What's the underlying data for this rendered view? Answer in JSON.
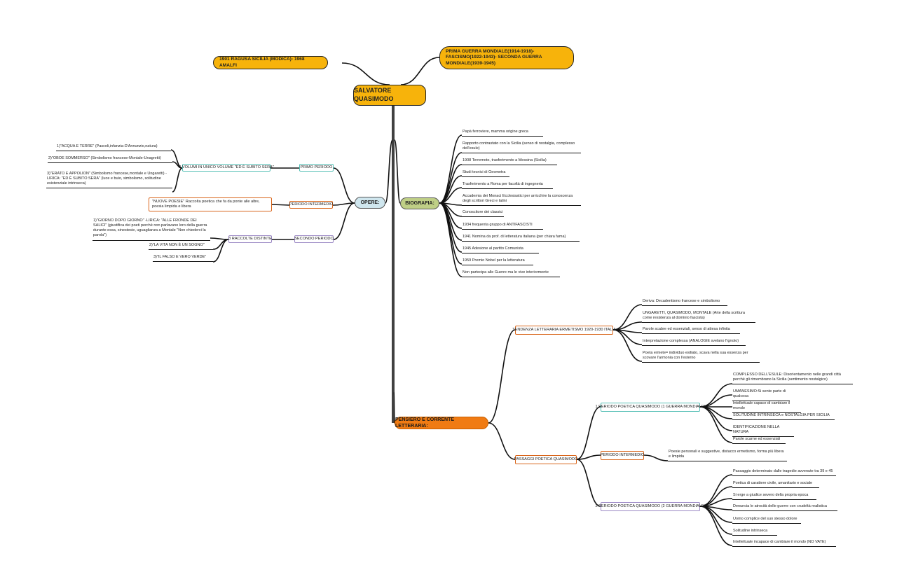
{
  "center": "SALVATORE QUASIMODO",
  "top": {
    "dates": "1901 RAGUSA SICILIA (MODICA)- 1968 AMALFI",
    "wars": "PRIMA GUERRA MONDIALE(1914-1918)- FASCISMO(1922-1943)- SECONDA GUERRA MONDIALE(1939-1945)"
  },
  "opere": {
    "label": "OPERE:",
    "primo": {
      "period": "PRIMO PERIODO",
      "box": "3 VOLUMI IN UNICO VOLUME \"ED È SUBITO SERA\"",
      "items": [
        "1)\"ACQUA E TERRE\" (Pascoli,infanzia-D'Annunzio,natura)",
        "2)\"OBOE SOMMERSO\" (Simbolismo francese-Montale-Unagretti)",
        "3)\"ERATO E APPOLION\" (Simbolismo francese,montale e Ungaretti) -LIRICA: \"ED È SUBITO SERA\" (luce e buio, simbolismo, solitudine esistenziale intrinseca)"
      ]
    },
    "intermedio": {
      "period": "PERIODO INTERMEDIO",
      "box": "\"NUOVE POESIE\" Raccolta poetica che fa da ponte alle altre, poesia limpida e libera"
    },
    "secondo": {
      "period": "SECONDO PERIODO",
      "box": "3 RACCOLTE DISTINTE",
      "items": [
        "1)\"GIORNO DOPO GIORNO\" -LIRICA: \"ALLE FRONDE DEI SALICI\" (giustifica dei poeti perché non parlavano loro della guerra durante essa, sinestesie, uguaglianza a Montale \"Non chiederci la parola\")",
        "2)\"LA VITA NON È UN SOGNO\"",
        "3)\"IL FALSO E VERO VERDE\""
      ]
    }
  },
  "biografia": {
    "label": "BIOGRAFIA:",
    "items": [
      "Papà ferroviere, mamma origine greca",
      "Rapporto contrastato con la Sicilia (senso di nostalgia, complesso dell'esule)",
      "1908 Terremoto, trasferimento a Messina (Sicilia)",
      "Studi tecnici di Geometra",
      "Trasferimento a Roma per facoltà di ingegneria",
      "Accademia dei Monaci Ecclesiastici per arricchire la conoscenza degli scrittori Greci e latini",
      "Conoscitore dei classici",
      "1934 frequenta gruppo di ANTIFASCISTI",
      "1941 Nomina da prof. di letteratura italiana (per chiara fama)",
      "1945 Adesione al partito Comunista",
      "1959 Premio Nobel per la letteratura",
      "Non partecipa alle Guerre ma le vive interiormente"
    ]
  },
  "pensiero": {
    "label": "PENSIERO E CORRENTE LETTERARIA:",
    "tendenza": {
      "box": "TENDENZA LETTERARIA ERMETISMO 1920-1930 ITALIA",
      "items": [
        "Deriva: Decadentismo francese e simbolismo",
        "UNGARETTI, QUASIMODO, MONTALE (Arte della scrittura come resistenza al dominio fascista)",
        "Parole scabre ed essenziali, senso di attesa infinita",
        "Interpretazione complessa (ANALOGIE svelano l'ignoto)",
        "Poeta ermete= individuo esiliato, scava nella sua essenza per scovare l'armonia con l'esterno"
      ]
    },
    "passaggi": {
      "box": "PASSAGGI POETICA QUASIMODO",
      "p1": {
        "box": "1 PERIODO POETICA QUASIMODO (1 GUERRA MONDIALE)",
        "items": [
          "COMPLESSO DELL'ESULE: Disorientamento nelle grandi città perché gli rimembrano la Sicilia (sentimento nostalgico)",
          "UMANESIMO:Si sente parte di qualcosa",
          "Intellettuale capace di cambiare il mondo",
          "SOLITUDINE INTRINSECA e NOSTALGIA PER SICILIA",
          "IDENTIFICAZIONE NELLA NATURA",
          "Parole scarne ed essenziali"
        ]
      },
      "pi": {
        "box": "PERIODO INTERMEDIO",
        "text": "Poesie personali e suggestive, distacco ermetismo, forma più libera e limpida"
      },
      "p2": {
        "box": "2 PERIODO POETICA QUASIMODO (2 GUERRA MONDIALE)",
        "items": [
          "Passaggio determinato dalle tragedie avvenute tra 39 e 45",
          "Poetica di carattere civile, umanitario e sociale",
          "Si erge a giudice severo della propria epoca",
          "Denuncia le atrocità delle guerre con crudeltà realistica",
          "Uomo complice del suo stesso dolore",
          "Solitudine intrinseca",
          "Intellettuale incapace di cambiare il mondo (NO VATE)"
        ]
      }
    }
  }
}
